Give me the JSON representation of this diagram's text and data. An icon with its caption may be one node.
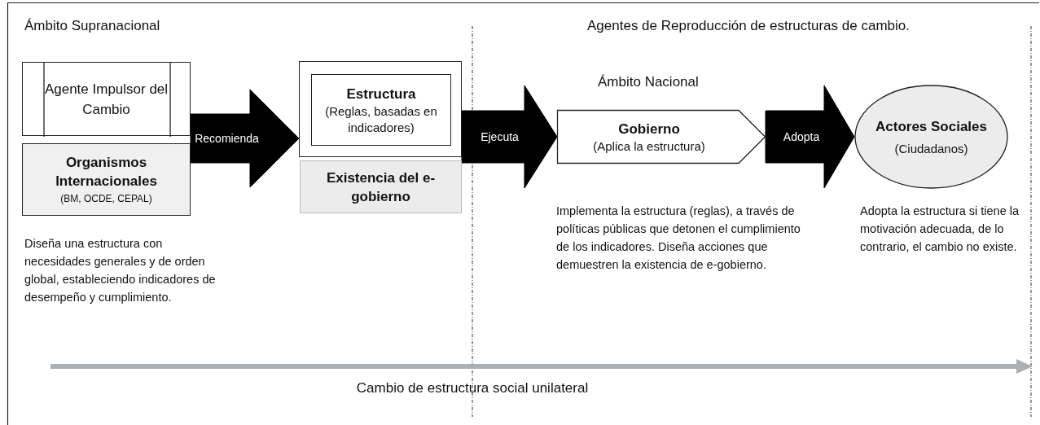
{
  "diagram": {
    "nodes": [
      {
        "text": [
          "Agente Impulsor del Cambio"
        ]
      },
      {
        "text": [
          "Organismos Internacionales",
          "(BM, OCDE, CEPAL)"
        ]
      },
      {
        "text": [],
        "shape": "box"
      },
      {
        "text": [
          "Estructura",
          "(Reglas, basadas en indicadores)"
        ],
        "in": 2
      },
      {
        "text": [
          "Existencia del e-gobierno"
        ]
      },
      {
        "text": [
          "Gobierno",
          "(Aplica la estructura)"
        ],
        "beside": [
          "Ámbito Nacional"
        ]
      },
      {
        "text": [
          "Actores Sociales",
          "(Ciudadanos)"
        ]
      }
    ],
    "edges": [
      {
        "from": 1,
        "to": 2,
        "arrow": "to",
        "label": "Recomienda"
      },
      {
        "from": 2,
        "to": 5,
        "arrow": "to",
        "label": "Ejecuta"
      },
      {
        "from": 5,
        "to": 6,
        "arrow": "to",
        "label": "Adopta"
      }
    ],
    "labels": [
      "Ámbito Supranacional",
      "Agentes de Reproducción de estructuras de cambio.",
      "Diseña una estructura con necesidades generales y de orden global, estableciendo indicadores de desempeño y cumplimiento.",
      "Implementa la estructura (reglas), a través de políticas públicas que detonen el cumplimiento de los indicadores. Diseña acciones que demuestren la existencia de e-gobierno.",
      "Adopta la estructura si tiene la motivación adecuada, de lo contrario, el cambio no existe.",
      "Cambio de estructura social unilateral"
    ]
  }
}
